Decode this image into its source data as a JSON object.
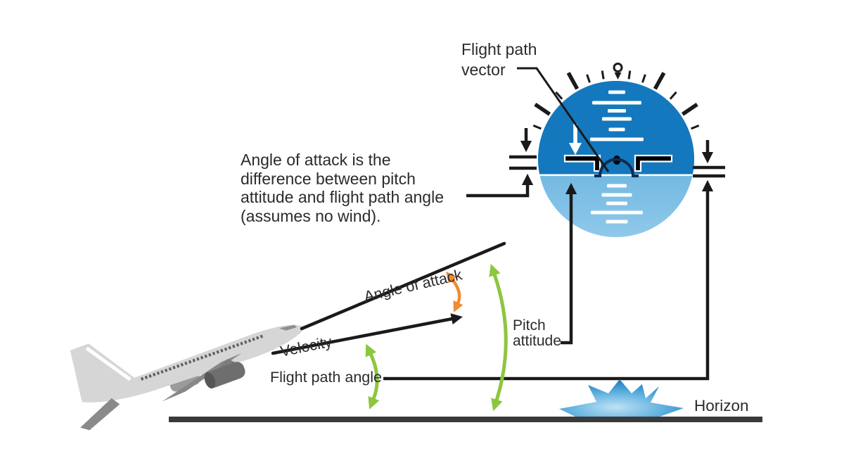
{
  "texts": {
    "flight_path_vector_line1": "Flight path",
    "flight_path_vector_line2": "vector",
    "description_lines": [
      "Angle of attack is the",
      "difference between pitch",
      "attitude and flight path angle",
      "(assumes no wind)."
    ],
    "angle_of_attack": "Angle of attack",
    "velocity": "Velocity",
    "flight_path_angle": "Flight path angle",
    "pitch_attitude_line1": "Pitch",
    "pitch_attitude_line2": "attitude",
    "horizon": "Horizon"
  },
  "colors": {
    "accent_green": "#8dc63f",
    "accent_orange": "#f08c33",
    "instrument_sky_top": "#1478be",
    "instrument_ground_start": "#4aa0d6",
    "instrument_ground_end": "#8fc9ea",
    "line_black": "#1a1a1a",
    "horizon_bar": "#3a3a3a",
    "airplane_body": "#d6d6d6",
    "text": "#2b2b2b"
  }
}
